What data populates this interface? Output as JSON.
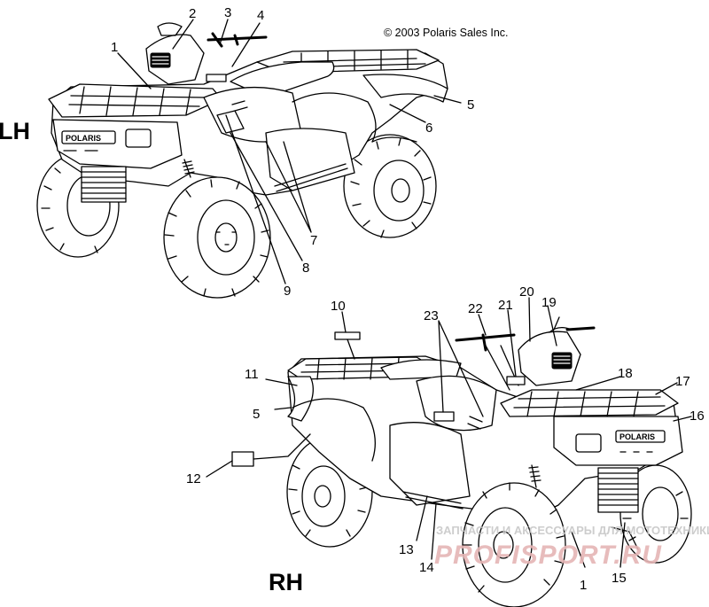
{
  "copyright": "© 2003 Polaris Sales Inc.",
  "side_labels": {
    "left": "LH",
    "right": "RH"
  },
  "brand_plate": "POLARIS",
  "watermark": {
    "line1": "ЗАПЧАСТИ И АКСЕССУАРЫ ДЛЯ МОТОТЕХНИКИ",
    "line2": "PROFISPORT.RU"
  },
  "callouts_lh": [
    "1",
    "2",
    "3",
    "4",
    "5",
    "6",
    "7",
    "8",
    "9"
  ],
  "callouts_rh": [
    "10",
    "11",
    "5",
    "12",
    "13",
    "14",
    "1",
    "15",
    "16",
    "17",
    "18",
    "19",
    "20",
    "21",
    "22",
    "23"
  ],
  "colors": {
    "line": "#000000",
    "background": "#ffffff",
    "watermark": "#e5b5b5"
  }
}
